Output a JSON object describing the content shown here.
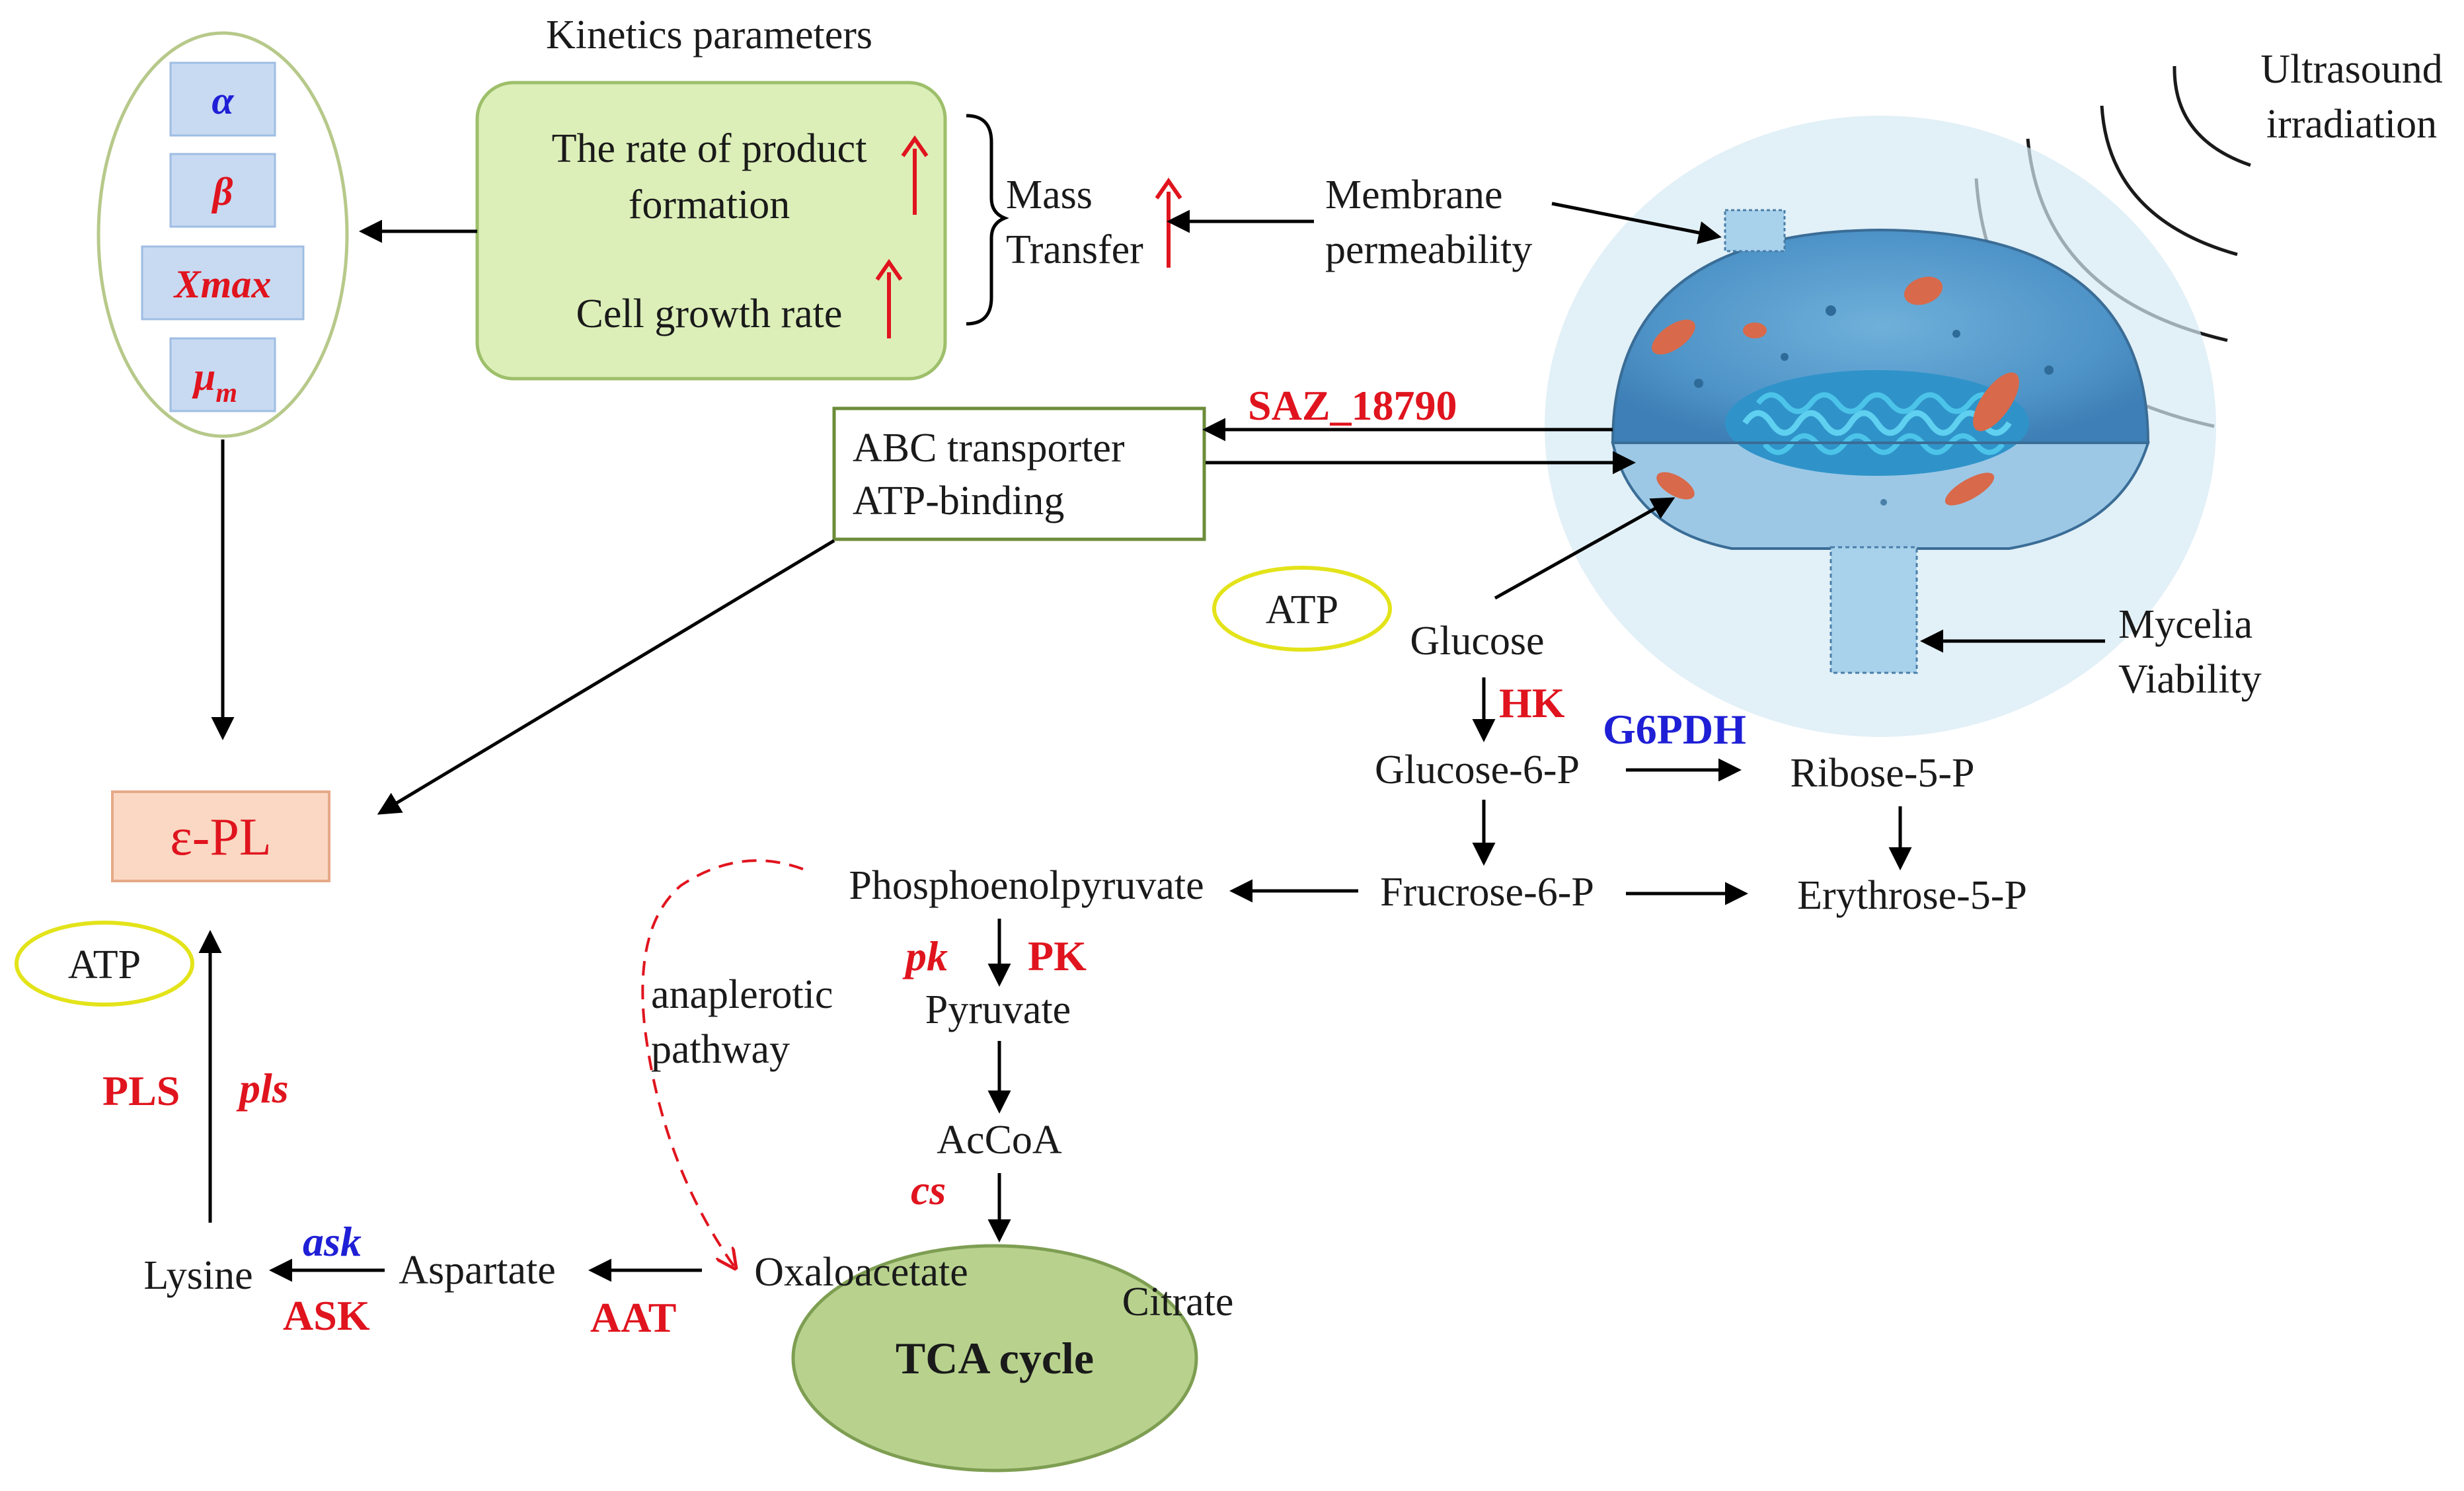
{
  "kinetics": {
    "heading": "Kinetics parameters",
    "product_rate_line1": "The rate of product",
    "product_rate_line2": "formation",
    "cell_growth": "Cell growth rate"
  },
  "parameters": {
    "alpha": "α",
    "beta": "β",
    "xmax": "Xmax",
    "mu": "μ",
    "mu_sub": "m"
  },
  "mass_transfer": {
    "line1": "Mass",
    "line2": "Transfer"
  },
  "membrane": {
    "line1": "Membrane",
    "line2": "permeability"
  },
  "ultrasound": {
    "line1": "Ultrasound",
    "line2": "irradiation"
  },
  "mycelia": {
    "line1": "Mycelia",
    "line2": "Viability"
  },
  "gene_saz": "SAZ_18790",
  "abc": {
    "line1": "ABC transporter",
    "line2": "ATP-binding"
  },
  "product": "ε-PL",
  "atp": "ATP",
  "metabolites": {
    "glucose": "Glucose",
    "g6p": "Glucose-6-P",
    "ribose5p": "Ribose-5-P",
    "f6p": "Frucrose-6-P",
    "erythrose5p": "Erythrose-5-P",
    "pep": "Phosphoenolpyruvate",
    "pyruvate": "Pyruvate",
    "accoa": "AcCoA",
    "oxaloacetate": "Oxaloacetate",
    "citrate": "Citrate",
    "aspartate": "Aspartate",
    "lysine": "Lysine"
  },
  "tca": "TCA cycle",
  "anaplerotic": {
    "line1": "anaplerotic",
    "line2": "pathway"
  },
  "enzymes": {
    "hk": "HK",
    "g6pdh": "G6PDH",
    "pk_gene": "pk",
    "pk_enzyme": "PK",
    "cs_gene": "cs",
    "aat": "AAT",
    "ask_gene": "ask",
    "ask_enzyme": "ASK",
    "pls_enzyme": "PLS",
    "pls_gene": "pls"
  },
  "colors": {
    "red": "#e0141e",
    "blue": "#1f1fd6",
    "green_box": "#dcefb8",
    "tca_fill": "#b8d28e",
    "product_box": "#fad8c4",
    "param_box": "#c7daf2"
  }
}
